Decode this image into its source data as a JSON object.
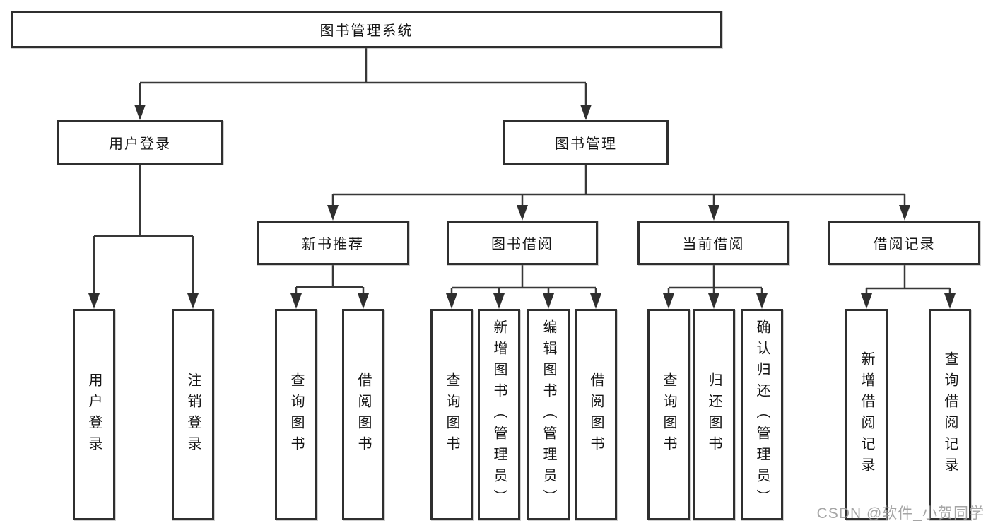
{
  "tree": {
    "root": {
      "label": "图书管理系统",
      "children": [
        {
          "label": "用户登录",
          "children": [
            {
              "label": "用户登录"
            },
            {
              "label": "注销登录"
            }
          ]
        },
        {
          "label": "图书管理",
          "children": [
            {
              "label": "新书推荐",
              "children": [
                {
                  "label": "查询图书"
                },
                {
                  "label": "借阅图书"
                }
              ]
            },
            {
              "label": "图书借阅",
              "children": [
                {
                  "label": "查询图书"
                },
                {
                  "label": "新增图书（管理员）"
                },
                {
                  "label": "编辑图书（管理员）"
                },
                {
                  "label": "借阅图书"
                }
              ]
            },
            {
              "label": "当前借阅",
              "children": [
                {
                  "label": "查询图书"
                },
                {
                  "label": "归还图书"
                },
                {
                  "label": "确认归还（管理员）"
                }
              ]
            },
            {
              "label": "借阅记录",
              "children": [
                {
                  "label": "新增借阅记录"
                },
                {
                  "label": "查询借阅记录"
                }
              ]
            }
          ]
        }
      ]
    }
  },
  "watermark": {
    "text": "CSDN @软件_小贺同学"
  },
  "colors": {
    "line": "#383838",
    "arrow": "#2f2f2f",
    "box_border": "#2f2f2f",
    "text": "#161616",
    "watermark": "#9c9c9c",
    "background": "#ffffff"
  }
}
